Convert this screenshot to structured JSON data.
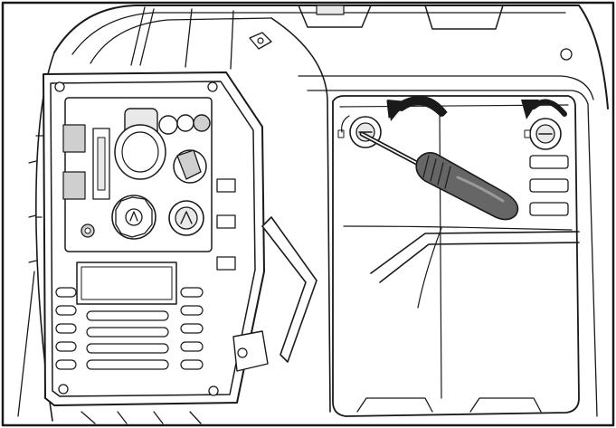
{
  "figure": {
    "subject": "portable-inverter-generator-side-panel",
    "step": "loosen-two-screws-and-remove-side-cover",
    "text_labels": []
  },
  "callouts": {
    "left_screw_rotation": "counter-clockwise",
    "right_screw_rotation": "counter-clockwise",
    "tool": "flat-head-screwdriver"
  },
  "colors": {
    "line": "#1a1a1a",
    "background": "#ffffff",
    "screwdriver_handle": "#666666",
    "panel_fill": "#ececec"
  }
}
